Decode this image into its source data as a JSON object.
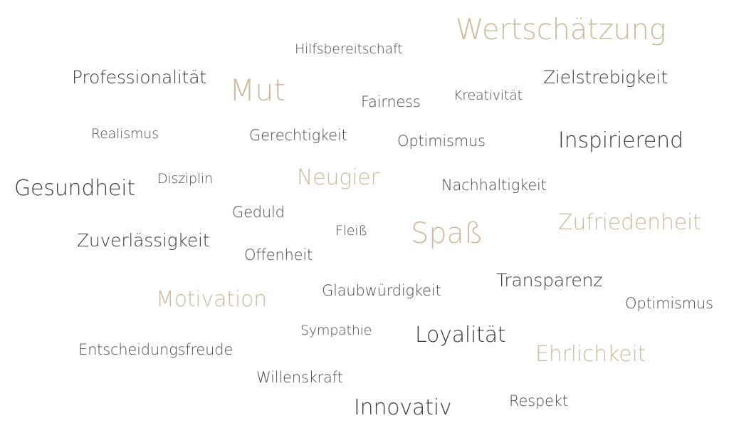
{
  "cloud": {
    "words": {
      "wertschaetzung": "Wertschätzung",
      "hilfsbereitschaft": "Hilfsbereitschaft",
      "professionalitaet": "Professionalität",
      "mut": "Mut",
      "zielstrebigkeit": "Zielstrebigkeit",
      "kreativitaet": "Kreativität",
      "fairness": "Fairness",
      "realismus": "Realismus",
      "gerechtigkeit": "Gerechtigkeit",
      "optimismus1": "Optimismus",
      "inspirierend": "Inspirierend",
      "gesundheit": "Gesundheit",
      "disziplin": "Disziplin",
      "neugier": "Neugier",
      "nachhaltigkeit": "Nachhaltigkeit",
      "geduld": "Geduld",
      "zufriedenheit": "Zufriedenheit",
      "spass": "Spaß",
      "fleiss": "Fleiß",
      "zuverlaessigkeit": "Zuverlässigkeit",
      "offenheit": "Offenheit",
      "transparenz": "Transparenz",
      "motivation": "Motivation",
      "glaubwuerdigkeit": "Glaubwürdigkeit",
      "optimismus2": "Optimismus",
      "sympathie": "Sympathie",
      "loyalitaet": "Loyalität",
      "ehrlichkeit": "Ehrlichkeit",
      "entscheidungsfreude": "Entscheidungsfreude",
      "willenskraft": "Willenskraft",
      "respekt": "Respekt",
      "innovativ": "Innovativ"
    },
    "colors": {
      "dark_text": "#3a3a3a",
      "accent_gold": "#cbbb9c",
      "background": "#ffffff"
    }
  }
}
